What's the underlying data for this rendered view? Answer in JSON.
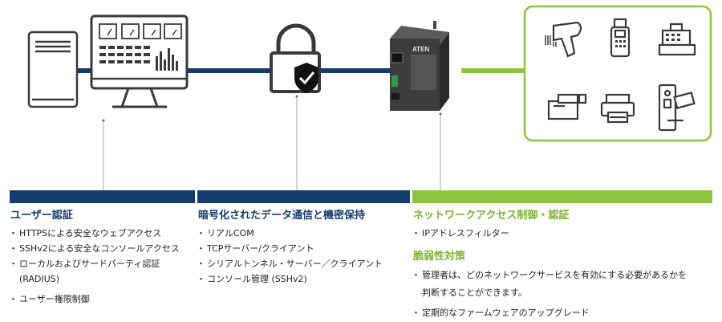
{
  "device": {
    "brand": "ATEN"
  },
  "colors": {
    "navy": "#143d6b",
    "green": "#8cc63f",
    "icon_gray": "#3a3a3a"
  },
  "icons": [
    "server-icon",
    "monitoring-display-icon",
    "security-lock-icon",
    "aten-device-icon",
    "barcode-scanner-icon",
    "card-terminal-icon",
    "cash-register-icon",
    "label-printer-icon",
    "printer-icon",
    "door-card-lock-icon"
  ],
  "sections": [
    {
      "title": "ユーザー認証",
      "items": [
        {
          "text": "HTTPSによる安全なウェブアクセス"
        },
        {
          "text": "SSHv2による安全なコンソールアクセス"
        },
        {
          "text": "ローカルおよびサードパーティ認証",
          "cont": "(RADIUS)"
        },
        {
          "text": "ユーザー権限制御"
        }
      ]
    },
    {
      "title": "暗号化されたデータ通信と機密保持",
      "items": [
        {
          "text": "リアルCOM"
        },
        {
          "text": "TCPサーバー/クライアント"
        },
        {
          "text": "シリアルトンネル・サーバー／クライアント"
        },
        {
          "text": "コンソール管理 (SSHv2)"
        }
      ]
    },
    {
      "title": "ネットワークアクセス制御・認証",
      "items": [
        {
          "text": "IPアドレスフィルター"
        }
      ]
    },
    {
      "title": "脆弱性対策",
      "items": [
        {
          "text": "管理者は、どのネットワークサービスを有効にする必要があるかを",
          "cont": "判断することができます。"
        },
        {
          "text": "定期的なファームウェアのアップグレード"
        }
      ]
    }
  ]
}
